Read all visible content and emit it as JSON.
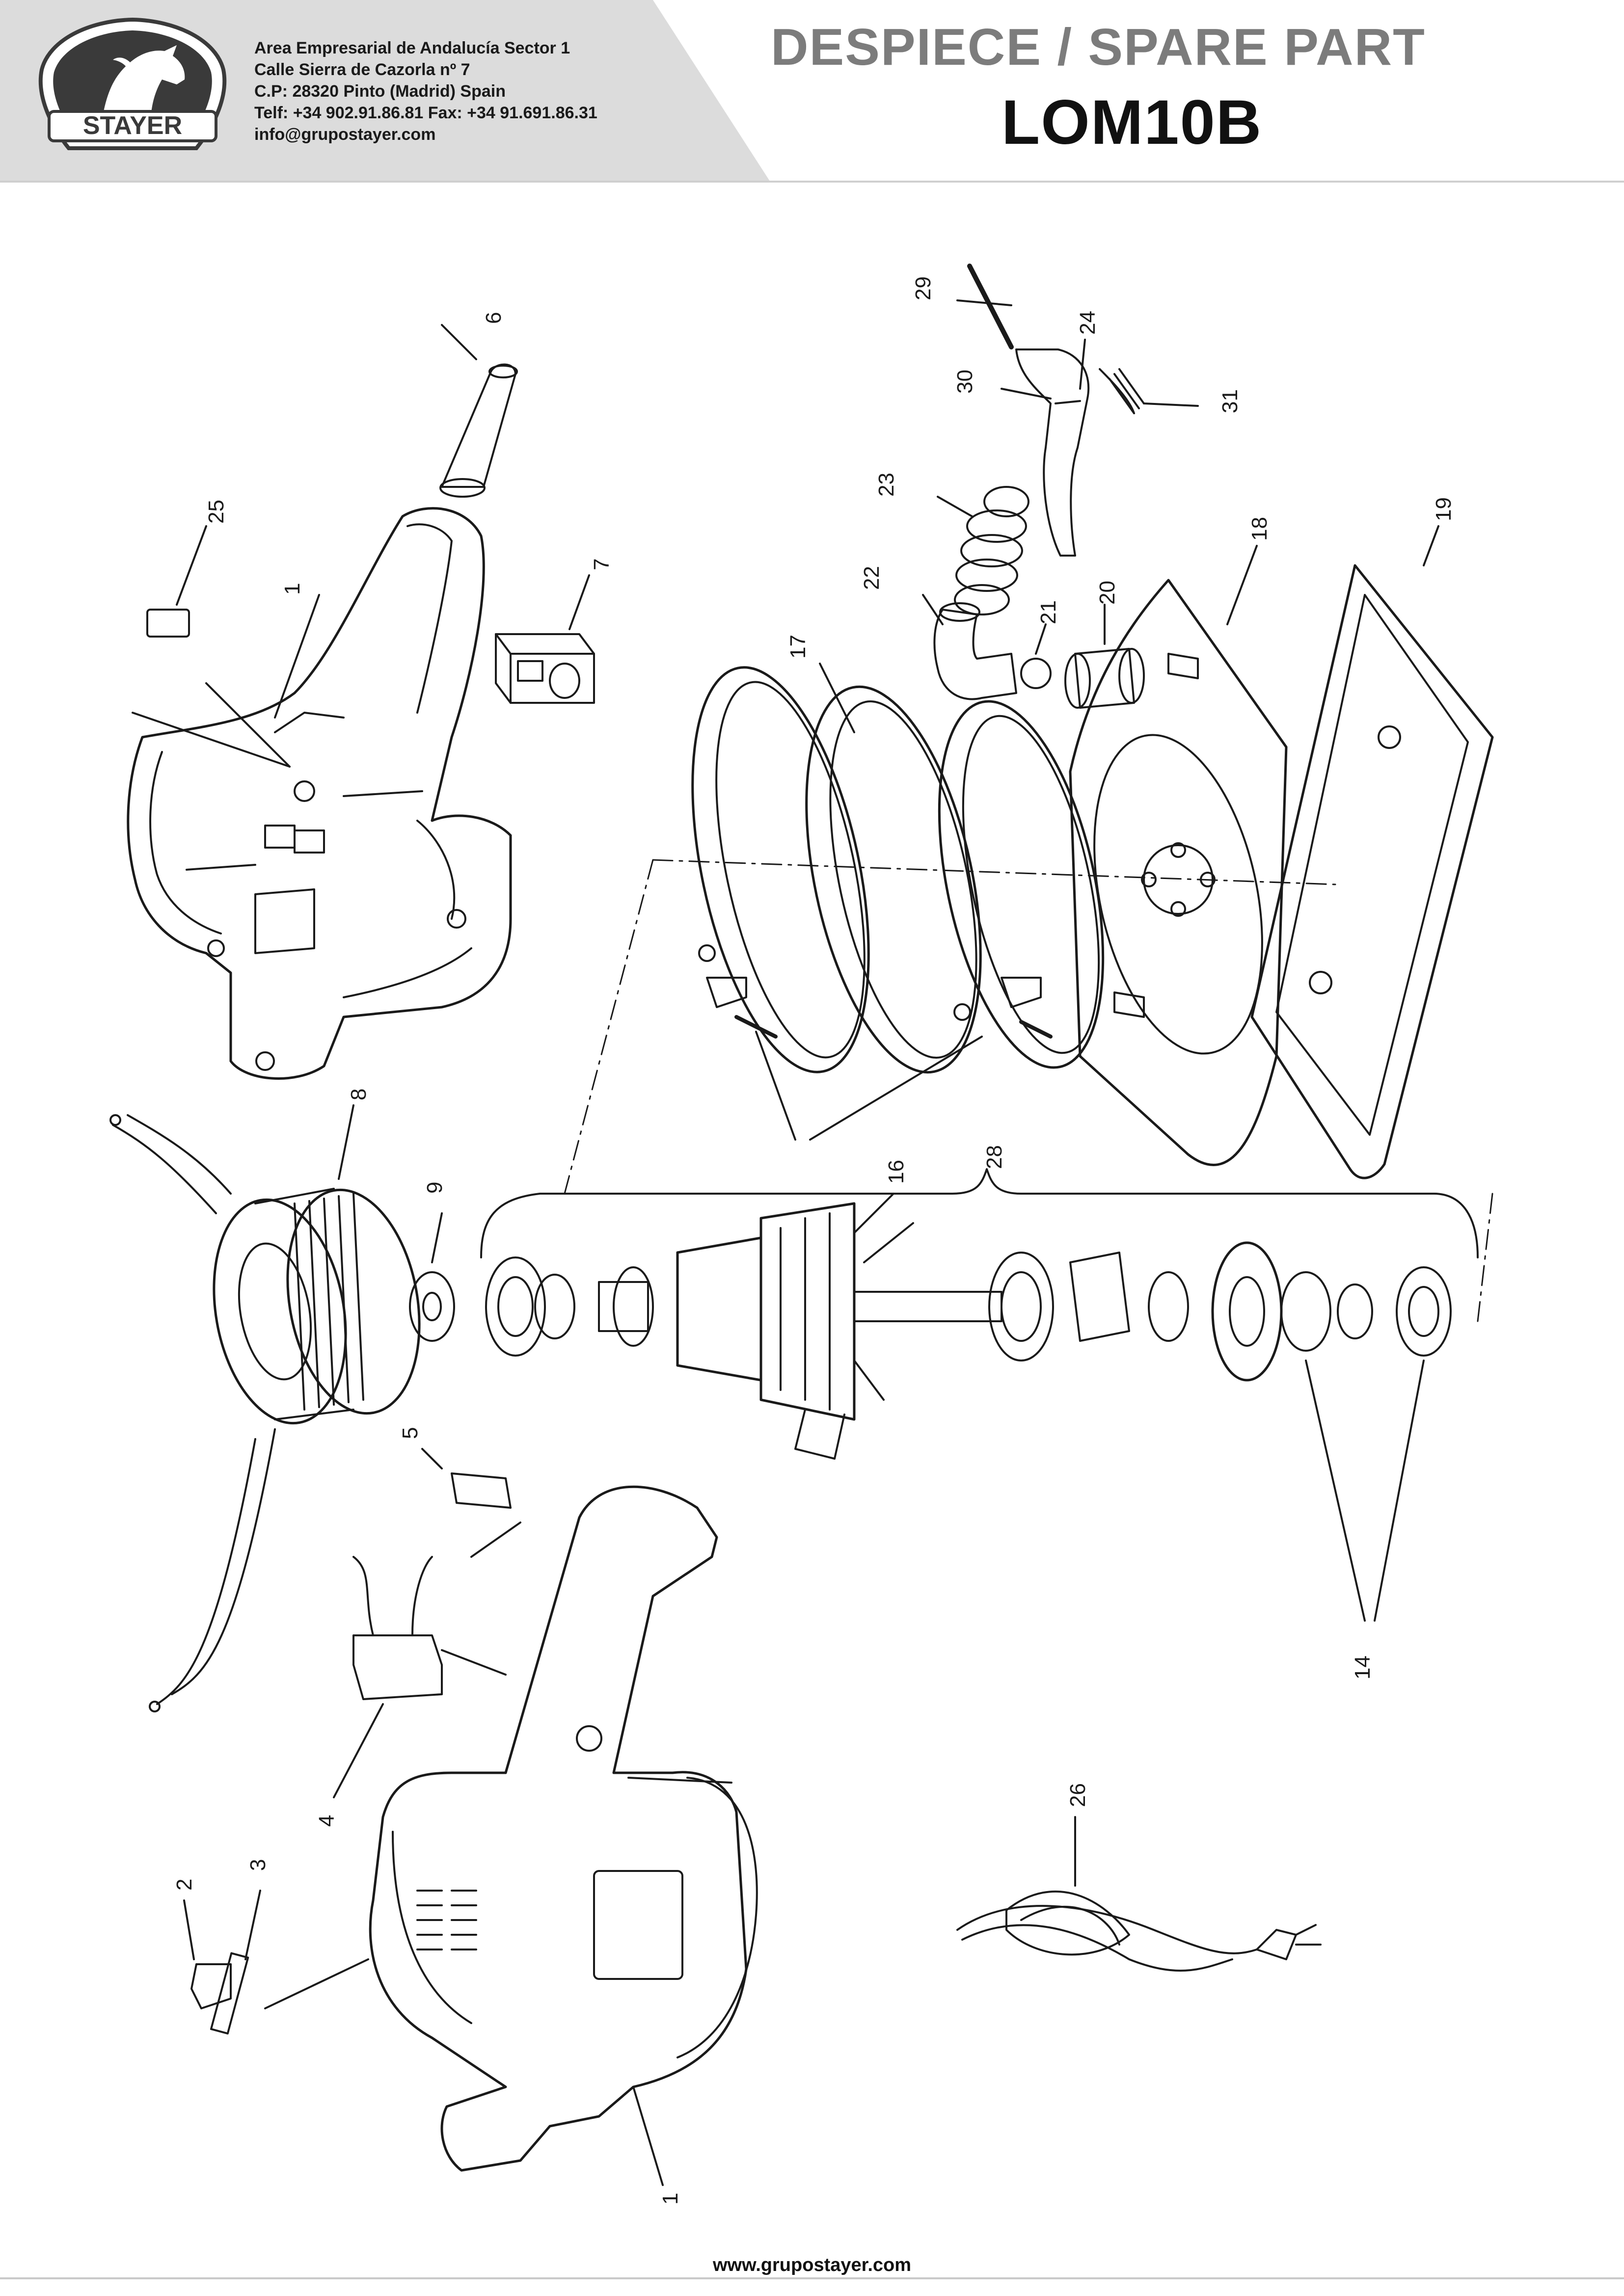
{
  "header": {
    "brand": "STAYER",
    "address_lines": [
      "Area Empresarial de Andalucía Sector 1",
      "Calle Sierra de Cazorla nº 7",
      "C.P: 28320 Pinto (Madrid) Spain",
      "Telf: +34 902.91.86.81 Fax: +34 91.691.86.31",
      "info@grupostayer.com"
    ],
    "title": "DESPIECE / SPARE PART",
    "model": "LOM10B"
  },
  "diagram": {
    "callouts": [
      "1",
      "25",
      "6",
      "7",
      "29",
      "24",
      "30",
      "31",
      "23",
      "22",
      "21",
      "20",
      "17",
      "18",
      "19",
      "16",
      "8",
      "9",
      "28",
      "14",
      "5",
      "4",
      "3",
      "2",
      "1",
      "26"
    ]
  },
  "footer": {
    "url": "www.grupostayer.com"
  },
  "colors": {
    "header_band": "#dcdcdc",
    "title_gray": "#7c7c7c",
    "logo_dark": "#3a3a3a"
  }
}
